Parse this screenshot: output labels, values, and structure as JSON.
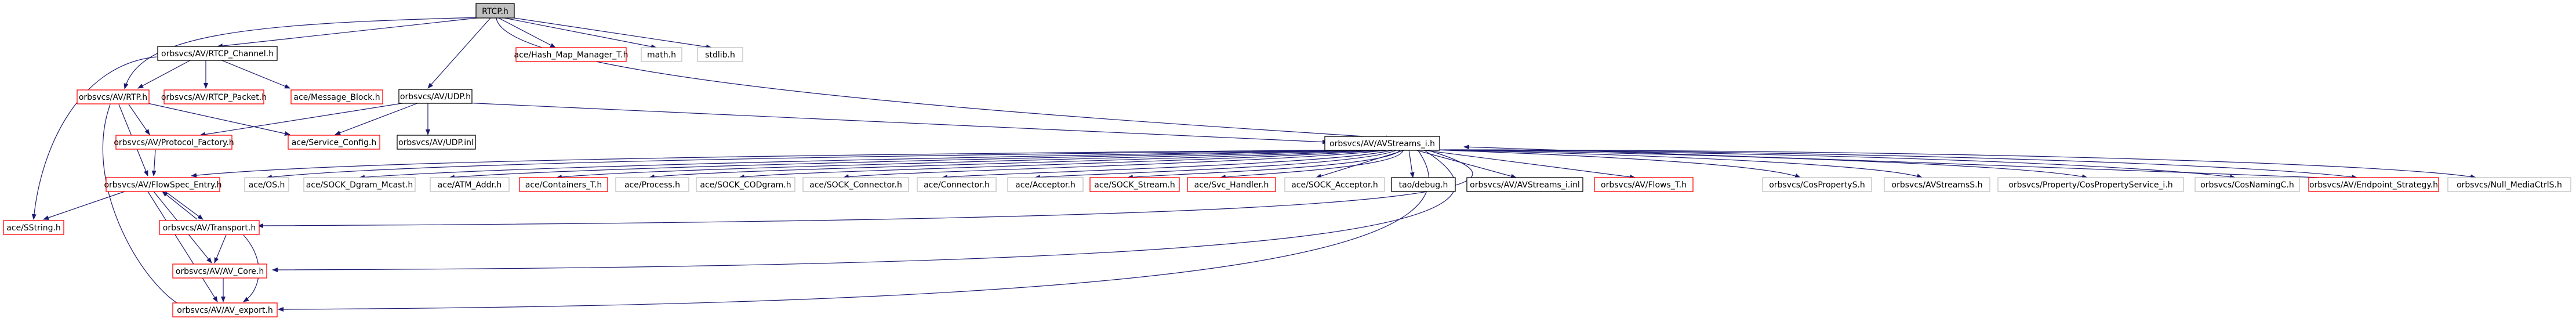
{
  "nodes": {
    "rtcp_h": "RTCP.h",
    "rtcp_channel_h": "orbsvcs/AV/RTCP_Channel.h",
    "hash_map_manager_t_h": "ace/Hash_Map_Manager_T.h",
    "math_h": "math.h",
    "stdlib_h": "stdlib.h",
    "rtp_h": "orbsvcs/AV/RTP.h",
    "rtcp_packet_h": "orbsvcs/AV/RTCP_Packet.h",
    "message_block_h": "ace/Message_Block.h",
    "udp_h": "orbsvcs/AV/UDP.h",
    "protocol_factory_h": "orbsvcs/AV/Protocol_Factory.h",
    "service_config_h": "ace/Service_Config.h",
    "udp_inl": "orbsvcs/AV/UDP.inl",
    "avstreams_i_h": "orbsvcs/AV/AVStreams_i.h",
    "flowspec_entry_h": "orbsvcs/AV/FlowSpec_Entry.h",
    "os_h": "ace/OS.h",
    "sock_dgram_mcast_h": "ace/SOCK_Dgram_Mcast.h",
    "atm_addr_h": "ace/ATM_Addr.h",
    "containers_t_h": "ace/Containers_T.h",
    "process_h": "ace/Process.h",
    "sock_codgram_h": "ace/SOCK_CODgram.h",
    "sock_connector_h": "ace/SOCK_Connector.h",
    "connector_h": "ace/Connector.h",
    "acceptor_h": "ace/Acceptor.h",
    "sock_stream_h": "ace/SOCK_Stream.h",
    "svc_handler_h": "ace/Svc_Handler.h",
    "sock_acceptor_h": "ace/SOCK_Acceptor.h",
    "taodebug_h": "tao/debug.h",
    "avstreams_i_inl": "orbsvcs/AV/AVStreams_i.inl",
    "flows_t_h": "orbsvcs/AV/Flows_T.h",
    "cosproperty_s_h": "orbsvcs/CosPropertyS.h",
    "avstreams_s_h": "orbsvcs/AVStreamsS.h",
    "cospropertyservice_i_h": "orbsvcs/Property/CosPropertyService_i.h",
    "cosnaming_c_h": "orbsvcs/CosNamingC.h",
    "endpoint_strategy_h": "orbsvcs/AV/Endpoint_Strategy.h",
    "null_mediactrl_s_h": "orbsvcs/Null_MediaCtrlS.h",
    "sstring_h": "ace/SString.h",
    "transport_h": "orbsvcs/AV/Transport.h",
    "av_core_h": "orbsvcs/AV/AV_Core.h",
    "av_export_h": "orbsvcs/AV/AV_export.h"
  },
  "colors": {
    "edge": "#191970",
    "root_fill": "#bfbfbf",
    "documented_border": "#000000",
    "undocumented_border": "#ff0000",
    "external_border": "#bfbfbf"
  }
}
